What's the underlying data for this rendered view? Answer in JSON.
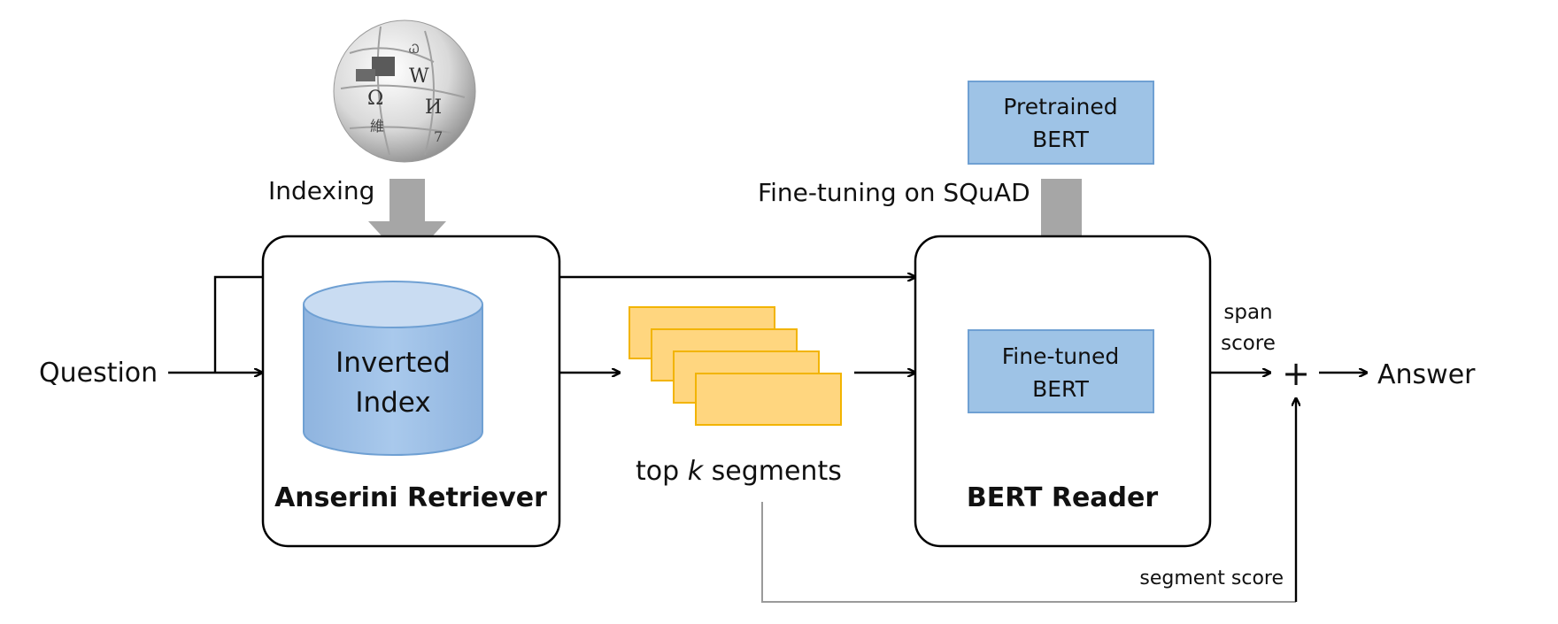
{
  "labels": {
    "question": "Question",
    "answer": "Answer",
    "indexing": "Indexing",
    "inverted_index_line1": "Inverted",
    "inverted_index_line2": "Index",
    "retriever_title": "Anserini Retriever",
    "segments_prefix": "top ",
    "segments_k": "k",
    "segments_suffix": " segments",
    "fine_tuning": "Fine-tuning on SQuAD",
    "pretrained_line1": "Pretrained",
    "pretrained_line2": "BERT",
    "finetuned_line1": "Fine-tuned",
    "finetuned_line2": "BERT",
    "reader_title": "BERT Reader",
    "span_line1": "span",
    "span_line2": "score",
    "plus": "+",
    "segment_score": "segment score"
  },
  "colors": {
    "box_blue_fill": "#9ec3e6",
    "box_blue_stroke": "#6fa0d3",
    "segment_fill": "#ffd67f",
    "segment_stroke": "#f2b400",
    "gray_arrow": "#a6a6a6",
    "line_gray": "#9a9a9a"
  },
  "icons": {
    "wikipedia": "wikipedia-globe-icon"
  }
}
